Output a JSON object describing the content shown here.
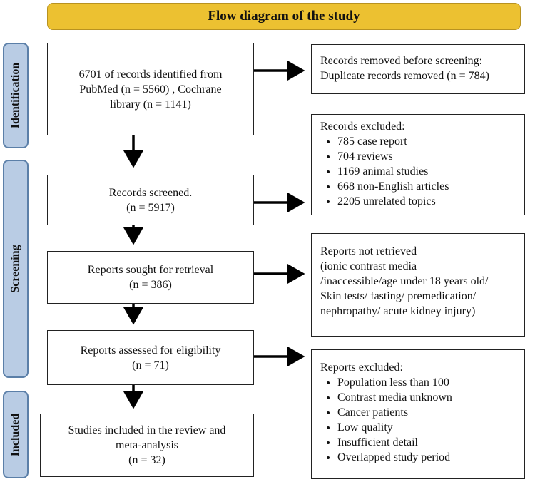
{
  "title": "Flow diagram of the study",
  "phases": {
    "identification": "Identification",
    "screening": "Screening",
    "included": "Included"
  },
  "main": {
    "identified": [
      "6701  of records identified from",
      "PubMed (n = 5560)  , Cochrane",
      "library (n = 1141)"
    ],
    "screened": [
      "Records screened.",
      "(n = 5917)"
    ],
    "sought": [
      "Reports sought for retrieval",
      "(n = 386)"
    ],
    "assessed": [
      "Reports assessed for eligibility",
      "(n = 71)"
    ],
    "included": [
      "Studies included in the review and",
      "meta-analysis",
      "(n = 32)"
    ]
  },
  "side": {
    "removed": {
      "heading": "Records removed before screening:",
      "line": "Duplicate records removed (n = 784)"
    },
    "excluded": {
      "heading": "Records excluded:",
      "items": [
        "785 case report",
        "704 reviews",
        "1169 animal studies",
        "668 non-English articles",
        "2205  unrelated topics"
      ]
    },
    "not_retrieved": {
      "lines": [
        "Reports not retrieved",
        "(ionic contrast media",
        "/inaccessible/age under 18 years old/",
        "Skin tests/ fasting/ premedication/",
        "nephropathy/ acute kidney injury)"
      ]
    },
    "reports_excluded": {
      "heading": "Reports excluded:",
      "items": [
        "Population less than 100",
        "Contrast media unknown",
        "Cancer patients",
        "Low quality",
        "Insufficient detail",
        "Overlapped study period"
      ]
    }
  },
  "colors": {
    "title_fill": "#ecc131",
    "phase_fill": "#b9cce4",
    "phase_border": "#5b7fa8"
  }
}
